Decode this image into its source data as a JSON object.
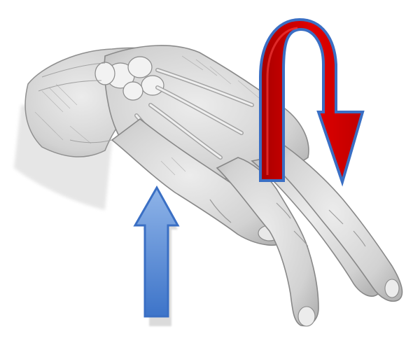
{
  "figure": {
    "subject": "hand-sketch",
    "background_color": "#ffffff",
    "sketch_colors": {
      "skin_light": "#e4e4e4",
      "skin_mid": "#c9c9c9",
      "skin_dark": "#8f8f8f",
      "bone": "#f1f1f1",
      "ink": "#6b6b6b"
    }
  },
  "arrows": {
    "push_arrow": {
      "icon": "up-arrow-icon",
      "direction": "up",
      "fill_top": "#8fb4e8",
      "fill_bottom": "#3d74c9",
      "stroke": "#3a6fc4"
    },
    "rotation_arrow": {
      "icon": "curved-down-arrow-icon",
      "direction": "rotate-clockwise-down",
      "fill": "#e10000",
      "fill_dark": "#a80000",
      "stroke": "#3a6fc4"
    }
  }
}
